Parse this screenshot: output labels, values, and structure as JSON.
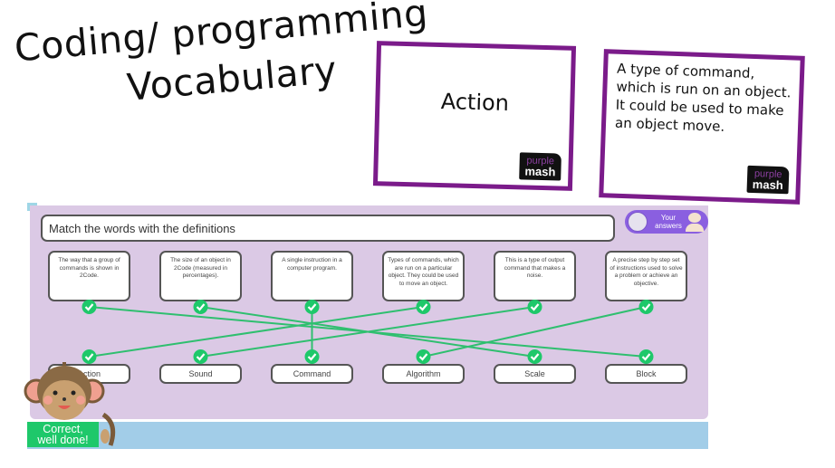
{
  "slide": {
    "title_line1": "Coding/ programming",
    "title_line2": "Vocabulary"
  },
  "flashcards": {
    "word_card": {
      "text": "Action",
      "logo_top": "purple",
      "logo_bottom": "mash"
    },
    "definition_card": {
      "text": "A type of command, which is run on an object. It could be used to make an object move.",
      "logo_top": "purple",
      "logo_bottom": "mash"
    },
    "border_color": "#7b1b8a"
  },
  "activity": {
    "instruction": "Match the words with the definitions",
    "answers_button": {
      "line1": "Your",
      "line2": "answers"
    },
    "definitions": [
      "The way that a group of commands is shown in 2Code.",
      "The size of an object in 2Code (measured in percentages).",
      "A single instruction in a computer program.",
      "Types of commands, which are run on a particular object. They could be used to move an object.",
      "This is a type of output command that makes a noise.",
      "A precise step by step set of instructions used to solve a problem or achieve an objective."
    ],
    "words": [
      "Action",
      "Sound",
      "Command",
      "Algorithm",
      "Scale",
      "Block"
    ],
    "matches": [
      {
        "definition": 0,
        "word": 5,
        "correct": true
      },
      {
        "definition": 1,
        "word": 4,
        "correct": true
      },
      {
        "definition": 2,
        "word": 2,
        "correct": true
      },
      {
        "definition": 3,
        "word": 0,
        "correct": true
      },
      {
        "definition": 4,
        "word": 1,
        "correct": true
      },
      {
        "definition": 5,
        "word": 3,
        "correct": true
      }
    ],
    "feedback": {
      "line1": "Correct,",
      "line2": "well done!"
    },
    "colors": {
      "panel": "#dbc9e5",
      "line": "#2fbf6f",
      "check": "#1ec86a",
      "answers_button": "#8a5fe0",
      "bottom_bar": "#a2cde8"
    }
  }
}
